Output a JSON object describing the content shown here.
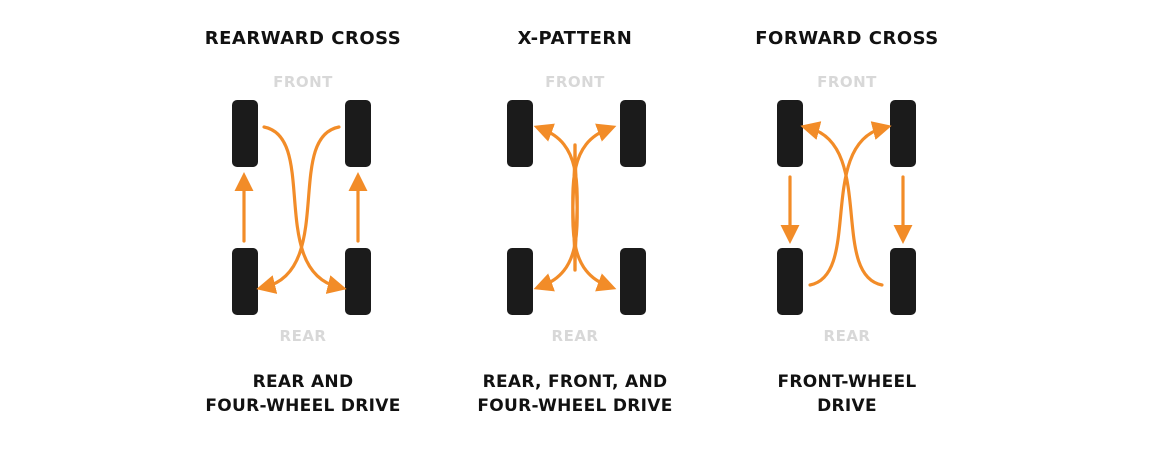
{
  "colors": {
    "arrow": "#F28C28",
    "tire": "#1b1b1b",
    "label": "#d8d8d8",
    "text": "#111111"
  },
  "panels": [
    {
      "title": "REARWARD CROSS",
      "front": "FRONT",
      "rear": "REAR",
      "caption": [
        "REAR AND",
        "FOUR-WHEEL DRIVE"
      ]
    },
    {
      "title": "X-PATTERN",
      "front": "FRONT",
      "rear": "REAR",
      "caption": [
        "REAR, FRONT, AND",
        "FOUR-WHEEL DRIVE"
      ]
    },
    {
      "title": "FORWARD CROSS",
      "front": "FRONT",
      "rear": "REAR",
      "caption": [
        "FRONT-WHEEL",
        "DRIVE"
      ]
    }
  ]
}
